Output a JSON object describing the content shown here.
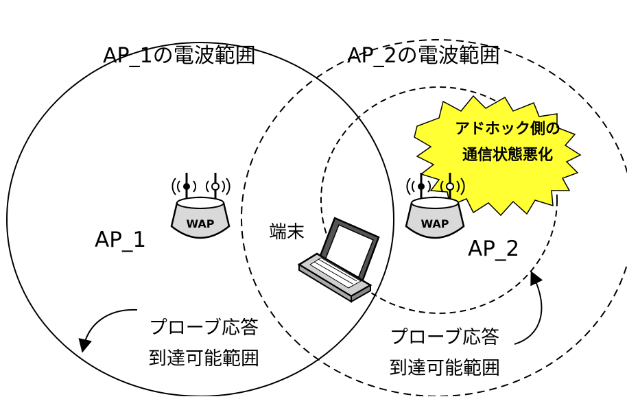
{
  "labels": {
    "ap1_range": "AP_1の電波範囲",
    "ap2_range": "AP_2の電波範囲",
    "ap1": "AP_1",
    "ap2": "AP_2",
    "terminal": "端末",
    "probe_line1": "プローブ応答",
    "probe_line2": "到達可能範囲",
    "adhoc_line1": "アドホック側の",
    "adhoc_line2": "通信状態悪化",
    "wap": "WAP"
  },
  "colors": {
    "burst_fill": "#ffff33",
    "line": "#000000",
    "ap_body": "#d9d9d9",
    "laptop_body": "#d0d0d0"
  }
}
